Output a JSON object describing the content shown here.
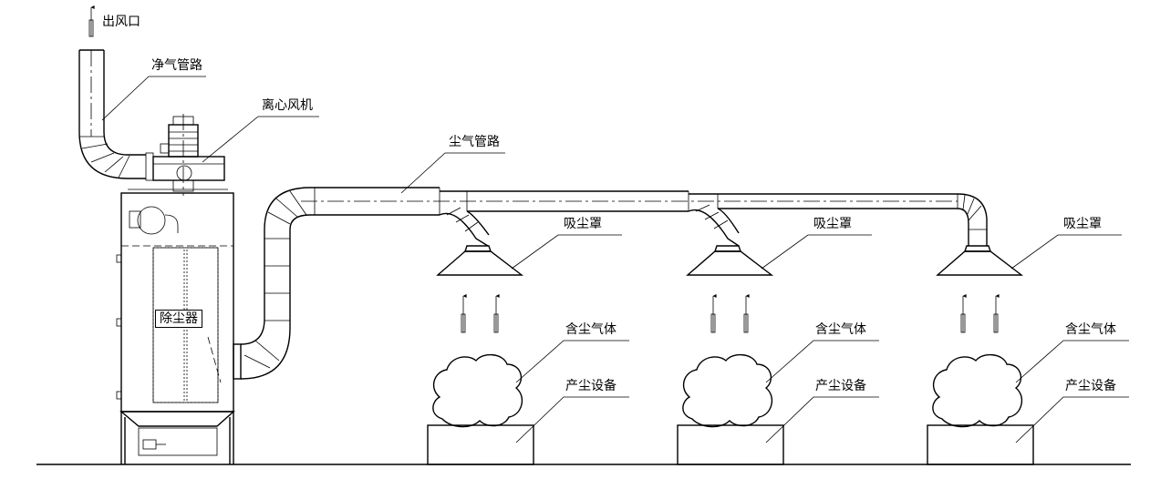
{
  "labels": {
    "outlet": "出风口",
    "clean_pipe": "净气管路",
    "fan": "离心风机",
    "dust_pipe": "尘气管路",
    "collector": "除尘器",
    "hood": "吸尘罩",
    "dusty_gas": "含尘气体",
    "equipment": "产尘设备"
  }
}
